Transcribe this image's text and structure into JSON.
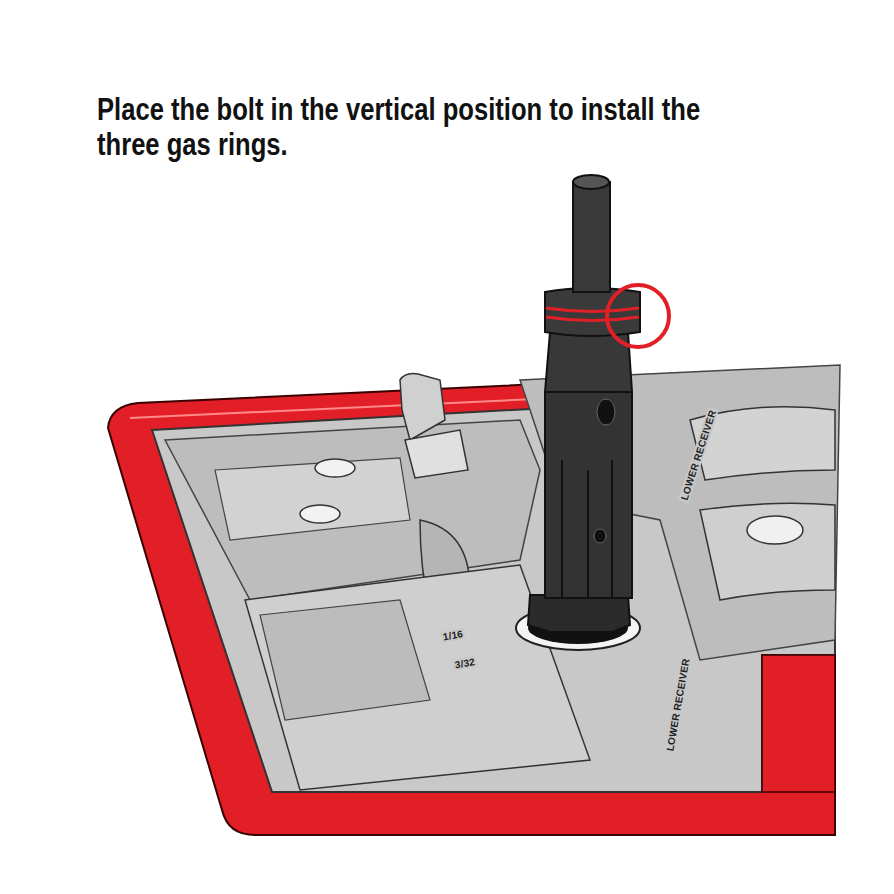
{
  "diagram": {
    "title": "Place the bolt in the vertical position to install the three gas rings.",
    "labels": [
      "LOWER RECEIVER",
      "LOWER RECEIVER",
      "1/16",
      "3/32"
    ]
  }
}
